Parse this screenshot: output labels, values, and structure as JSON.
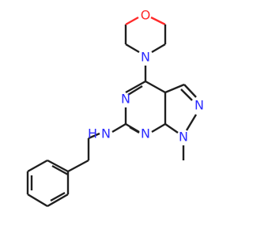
{
  "molecule": {
    "atoms": {
      "O": "O",
      "N_morpholine": "N",
      "N_pyrimidine_top": "N",
      "N_pyrimidine_bottom": "N",
      "N_pyrazole_right": "N",
      "N_pyrazole_methyl": "N",
      "NH_label": "N",
      "H_label": "H"
    },
    "colors": {
      "carbon_bond": "#1f1f1f",
      "nitrogen": "#2b2bff",
      "oxygen": "#ff2a2a"
    }
  }
}
